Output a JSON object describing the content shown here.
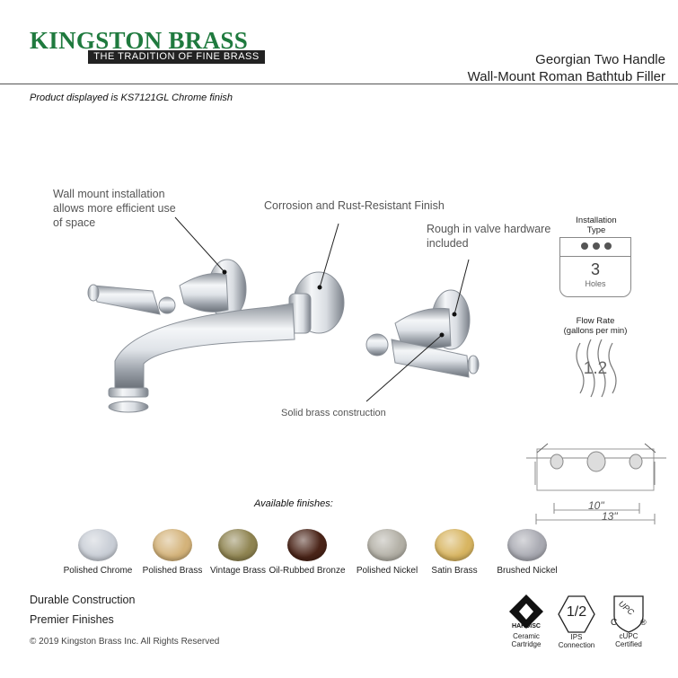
{
  "brand": {
    "name": "KINGSTON BRASS",
    "tagline": "THE TRADITION OF FINE BRASS"
  },
  "product": {
    "title_line1": "Georgian Two Handle",
    "title_line2": "Wall-Mount Roman Bathtub Filler",
    "display_note": "Product displayed is KS7121GL Chrome finish"
  },
  "callouts": {
    "wall_mount": "Wall mount installation allows more efficient use of space",
    "corrosion": "Corrosion and Rust-Resistant Finish",
    "rough_in": "Rough in valve hardware included",
    "solid_brass": "Solid brass construction"
  },
  "specs": {
    "installation_label_1": "Installation",
    "installation_label_2": "Type",
    "holes_value": "3",
    "holes_unit": "Holes",
    "flow_label_1": "Flow Rate",
    "flow_label_2": "(gallons per min)",
    "flow_value": "1.2",
    "dim_inner": "10\"",
    "dim_outer": "13\""
  },
  "finishes": {
    "heading": "Available finishes:",
    "items": [
      {
        "name": "Polished Chrome",
        "color": "#c9ced6"
      },
      {
        "name": "Polished Brass",
        "color": "#d4b37a"
      },
      {
        "name": "Vintage Brass",
        "color": "#8f8451"
      },
      {
        "name": "Oil-Rubbed Bronze",
        "color": "#4a2418"
      },
      {
        "name": "Polished Nickel",
        "color": "#b3b0a6"
      },
      {
        "name": "Satin Brass",
        "color": "#d8b561"
      },
      {
        "name": "Brushed Nickel",
        "color": "#a9aab2"
      }
    ]
  },
  "features": {
    "line1": "Durable Construction",
    "line2": "Premier Finishes"
  },
  "copyright": "© 2019 Kingston Brass Inc. All Rights Reserved",
  "badges": {
    "cartridge_mark": "HARDISC",
    "cartridge_line1": "Ceramic",
    "cartridge_line2": "Cartridge",
    "ips_value": "1/2",
    "ips_line1": "IPS",
    "ips_line2": "Connection",
    "cupc_mark": "UPC",
    "cupc_c": "C",
    "cupc_r": "®",
    "cupc_line1": "cUPC",
    "cupc_line2": "Certified"
  }
}
